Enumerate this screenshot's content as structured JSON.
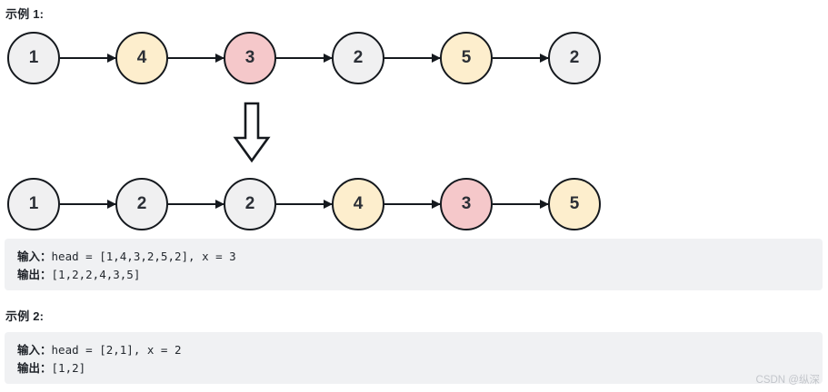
{
  "examples": [
    {
      "title": "示例 1:",
      "input_label": "输入：",
      "input_value": "head = [1,4,3,2,5,2], x = 3",
      "output_label": "输出：",
      "output_value": "[1,2,2,4,3,5]"
    },
    {
      "title": "示例 2:",
      "input_label": "输入：",
      "input_value": "head = [2,1], x = 2",
      "output_label": "输出：",
      "output_value": "[1,2]"
    }
  ],
  "diagram": {
    "arrow_icon": "block-down-arrow-icon",
    "rows": [
      {
        "name": "before-list",
        "nodes": [
          {
            "value": "1",
            "color": "gray",
            "fill": "#f0f0f1"
          },
          {
            "value": "4",
            "color": "yellow",
            "fill": "#fdeecd"
          },
          {
            "value": "3",
            "color": "pink",
            "fill": "#f5c8ca"
          },
          {
            "value": "2",
            "color": "gray",
            "fill": "#f0f0f1"
          },
          {
            "value": "5",
            "color": "yellow",
            "fill": "#fdeecd"
          },
          {
            "value": "2",
            "color": "gray",
            "fill": "#f0f0f1"
          }
        ]
      },
      {
        "name": "after-list",
        "nodes": [
          {
            "value": "1",
            "color": "gray",
            "fill": "#f0f0f1"
          },
          {
            "value": "2",
            "color": "gray",
            "fill": "#f0f0f1"
          },
          {
            "value": "2",
            "color": "gray",
            "fill": "#f0f0f1"
          },
          {
            "value": "4",
            "color": "yellow",
            "fill": "#fdeecd"
          },
          {
            "value": "3",
            "color": "pink",
            "fill": "#f5c8ca"
          },
          {
            "value": "5",
            "color": "yellow",
            "fill": "#fdeecd"
          }
        ]
      }
    ]
  },
  "watermark": "CSDN @纵深",
  "colors": {
    "node_gray": "#f0f0f1",
    "node_yellow": "#fdeecd",
    "node_pink": "#f5c8ca",
    "node_stroke": "#15191e",
    "code_background": "#f0f1f3",
    "watermark_text": "#c3c6cb"
  }
}
